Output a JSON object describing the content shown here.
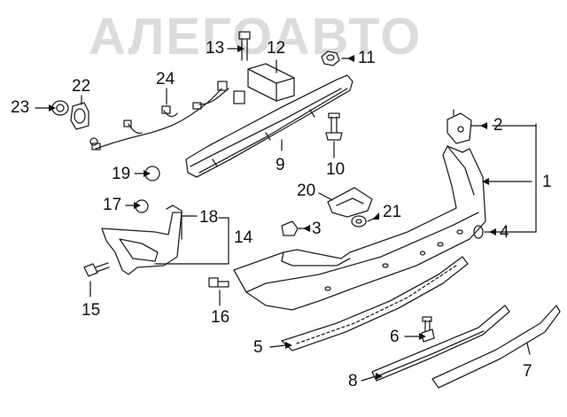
{
  "watermark": "АЛЕГОАВТО",
  "callouts": {
    "c1": "1",
    "c2": "2",
    "c3": "3",
    "c4": "4",
    "c5": "5",
    "c6": "6",
    "c7": "7",
    "c8": "8",
    "c9": "9",
    "c10": "10",
    "c11": "11",
    "c12": "12",
    "c13": "13",
    "c14": "14",
    "c15": "15",
    "c16": "16",
    "c17": "17",
    "c18": "18",
    "c19": "19",
    "c20": "20",
    "c21": "21",
    "c22": "22",
    "c23": "23",
    "c24": "24"
  }
}
